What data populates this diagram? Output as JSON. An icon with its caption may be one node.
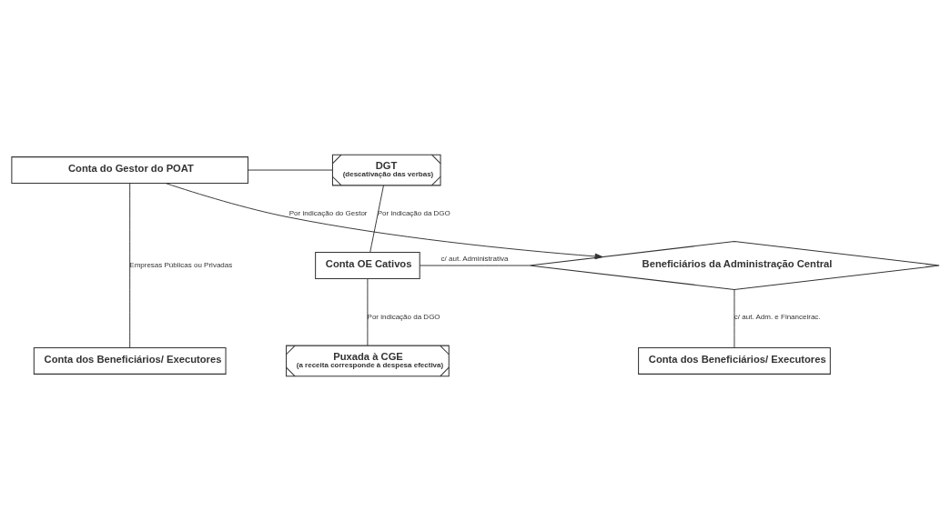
{
  "diagram": {
    "nodes": [
      {
        "text": [
          "DGT",
          "(descativação das verbas)"
        ]
      },
      {
        "text": [
          "Conta do Gestor do POAT"
        ]
      },
      {
        "text": [
          "Conta OE Cativos"
        ]
      },
      {
        "text": [
          "Beneficiários da Administração Central"
        ]
      },
      {
        "text": [
          "Puxada à CGE",
          "(a receita corresponde à despesa efectiva)"
        ]
      },
      {
        "text": [
          "Conta dos Beneficiários/ Executores"
        ]
      },
      {
        "text": [
          "Conta dos Beneficiários/ Executores"
        ]
      }
    ],
    "edges": [
      {
        "from": 1,
        "to": 0,
        "arrow": "none"
      },
      {
        "from": 0,
        "to": 2,
        "arrow": "none",
        "label": "Por indicação da DGO"
      },
      {
        "from": 1,
        "to": 3,
        "arrow": "to",
        "label": "Por indicação do Gestor"
      },
      {
        "from": 2,
        "to": 3,
        "arrow": "none",
        "label": "c/ aut. Administrativa"
      },
      {
        "from": 2,
        "to": 4,
        "arrow": "none",
        "label": "Por indicação da DGO"
      },
      {
        "from": 3,
        "to": 5,
        "arrow": "none",
        "label": "c/ aut. Adm. e Financeirac."
      },
      {
        "from": 1,
        "to": 6,
        "arrow": "none",
        "label": "Empresas Públicas ou Privadas"
      }
    ]
  }
}
